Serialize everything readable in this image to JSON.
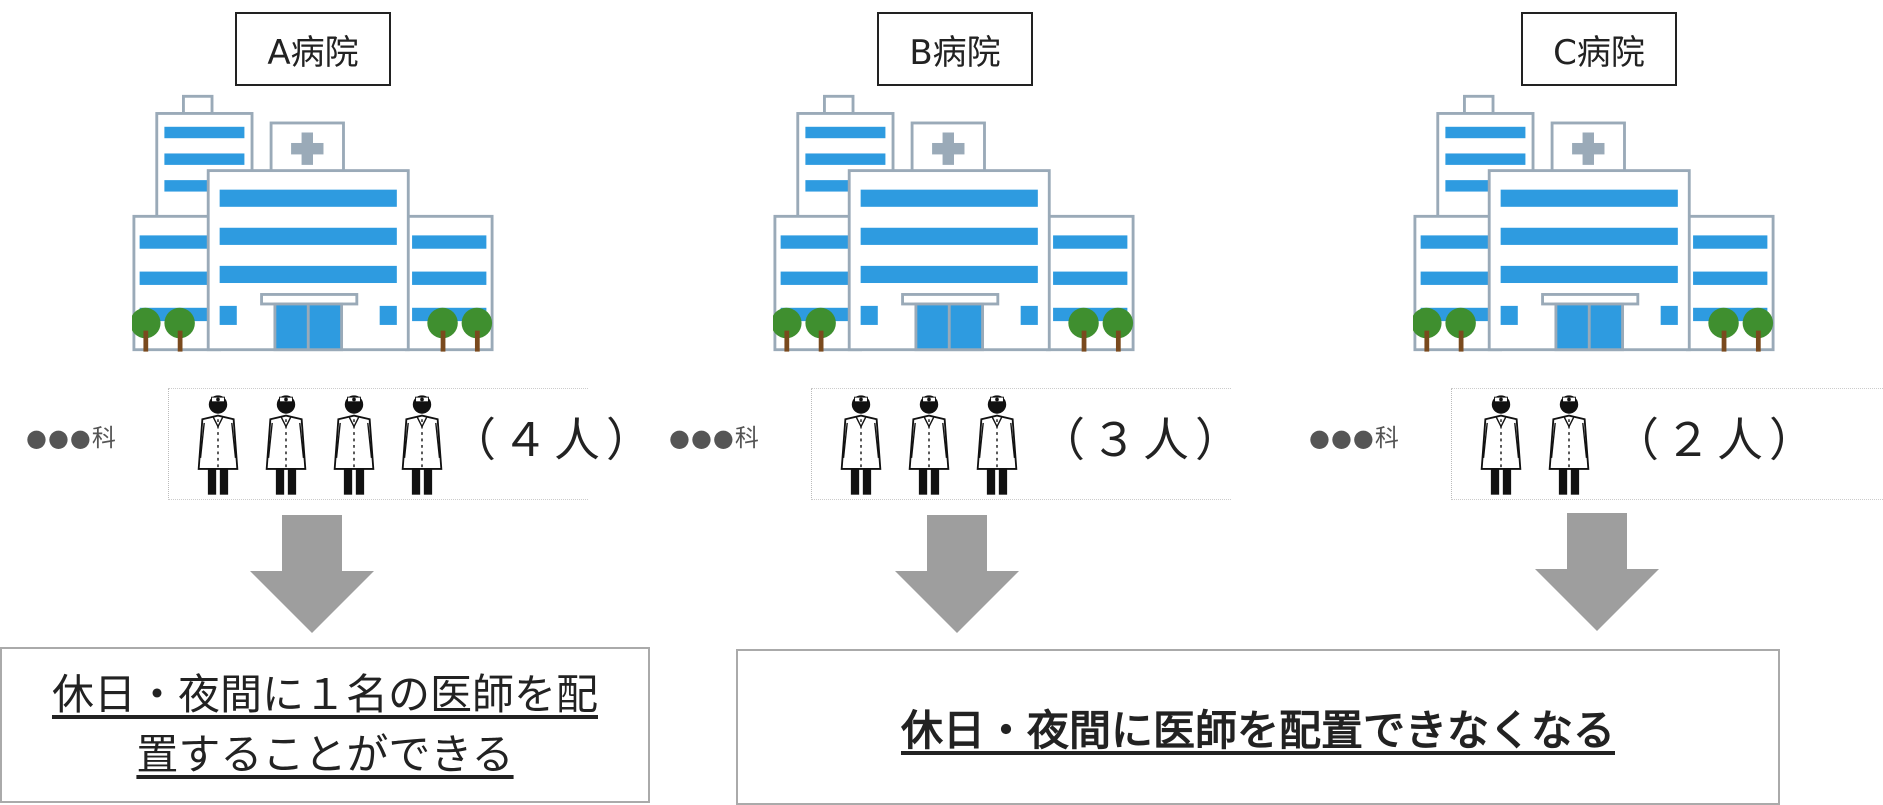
{
  "hospitals": [
    {
      "name": "A病院",
      "dept": "●●●科",
      "doctors": 4,
      "count_text": "（４人）"
    },
    {
      "name": "B病院",
      "dept": "●●●科",
      "doctors": 3,
      "count_text": "（３人）"
    },
    {
      "name": "C病院",
      "dept": "●●●科",
      "doctors": 2,
      "count_text": "（２人）"
    }
  ],
  "result_a": "休日・夜間に１名の医師を配置することができる",
  "result_bc": "休日・夜間に医師を配置できなくなる",
  "colors": {
    "arrow": "#9e9e9e",
    "window": "#2e9be0",
    "building_outline": "#9aaab8",
    "tree": "#3f8f2f"
  },
  "icons": [
    "hospital-building-icon",
    "doctor-icon",
    "down-arrow-icon"
  ]
}
